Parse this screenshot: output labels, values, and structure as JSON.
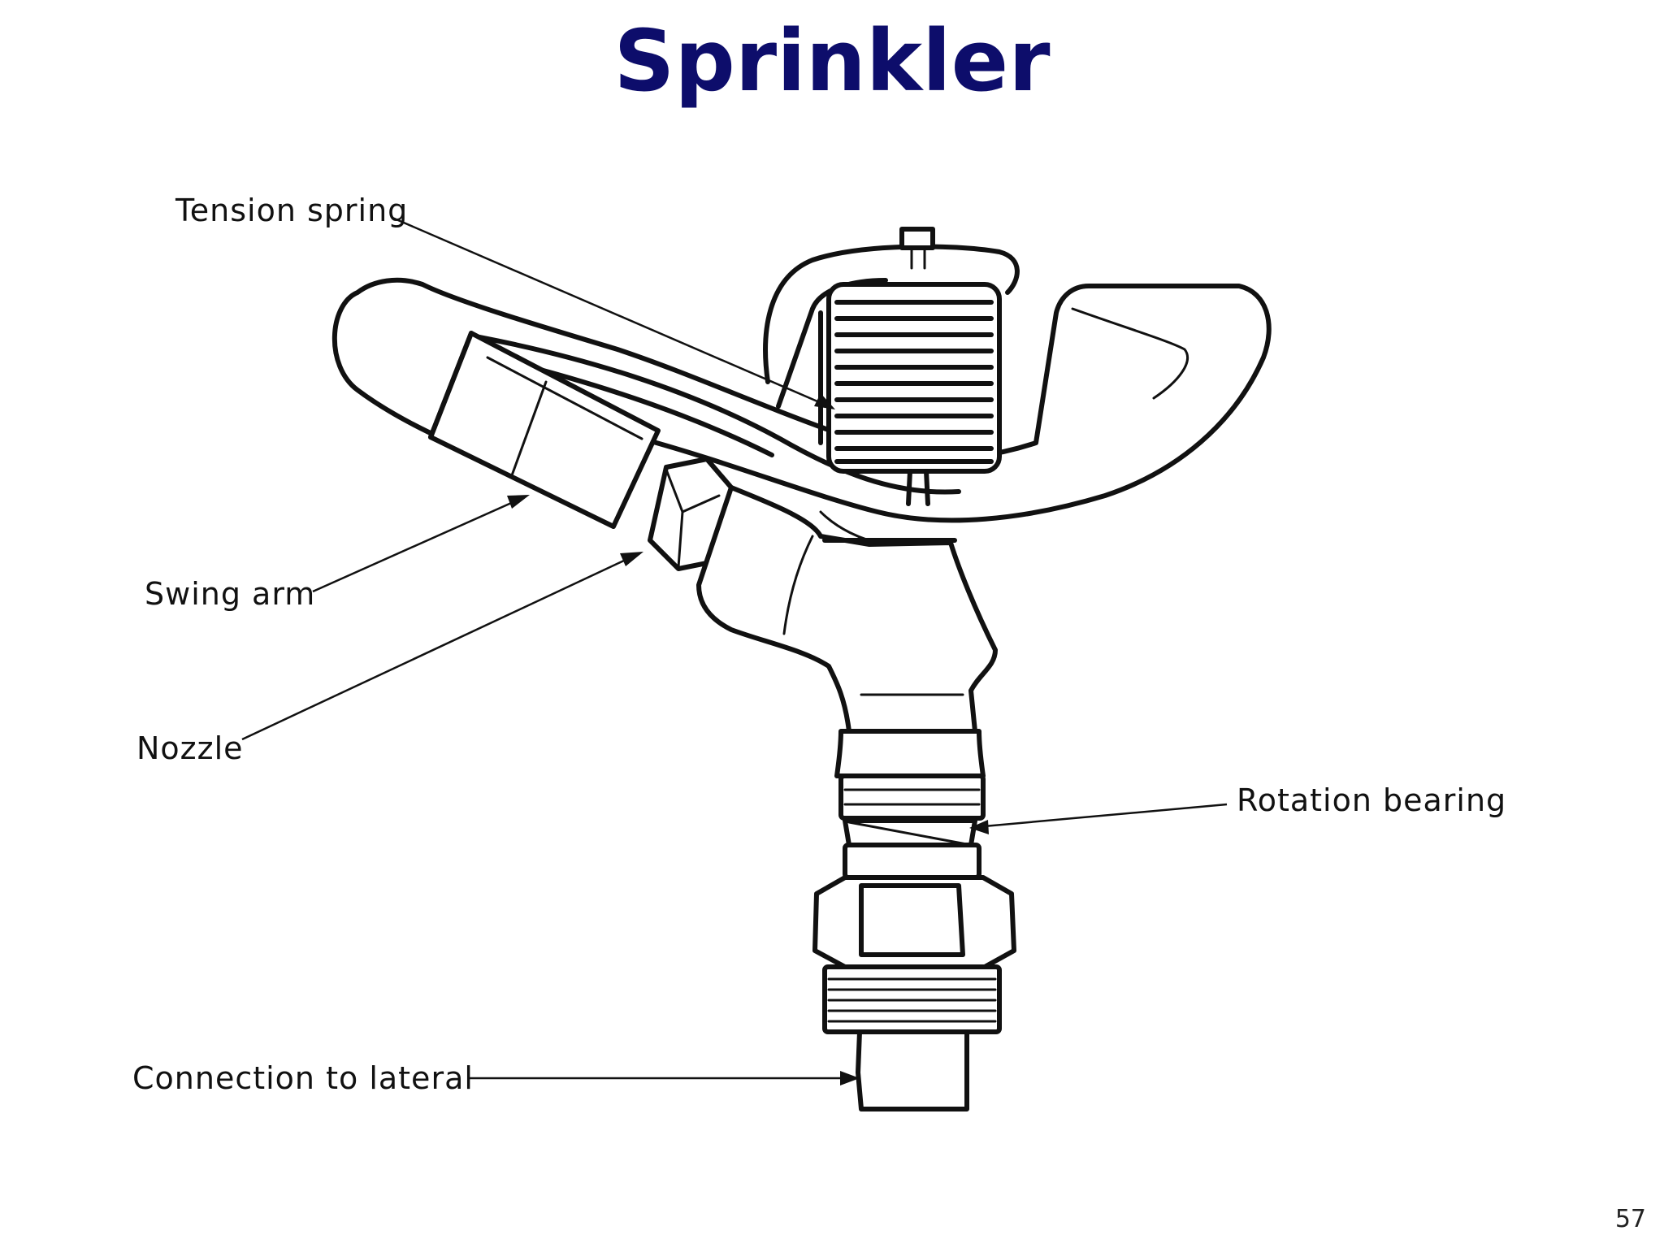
{
  "slide": {
    "title": "Sprinkler",
    "page_number": "57"
  },
  "diagram": {
    "labels": {
      "tension_spring": "Tension spring",
      "swing_arm": "Swing arm",
      "nozzle": "Nozzle",
      "rotation_bearing": "Rotation bearing",
      "connection_to_lateral": "Connection to lateral"
    }
  },
  "colors": {
    "title": "#0d0d6b",
    "ink": "#111111",
    "background": "#ffffff"
  }
}
